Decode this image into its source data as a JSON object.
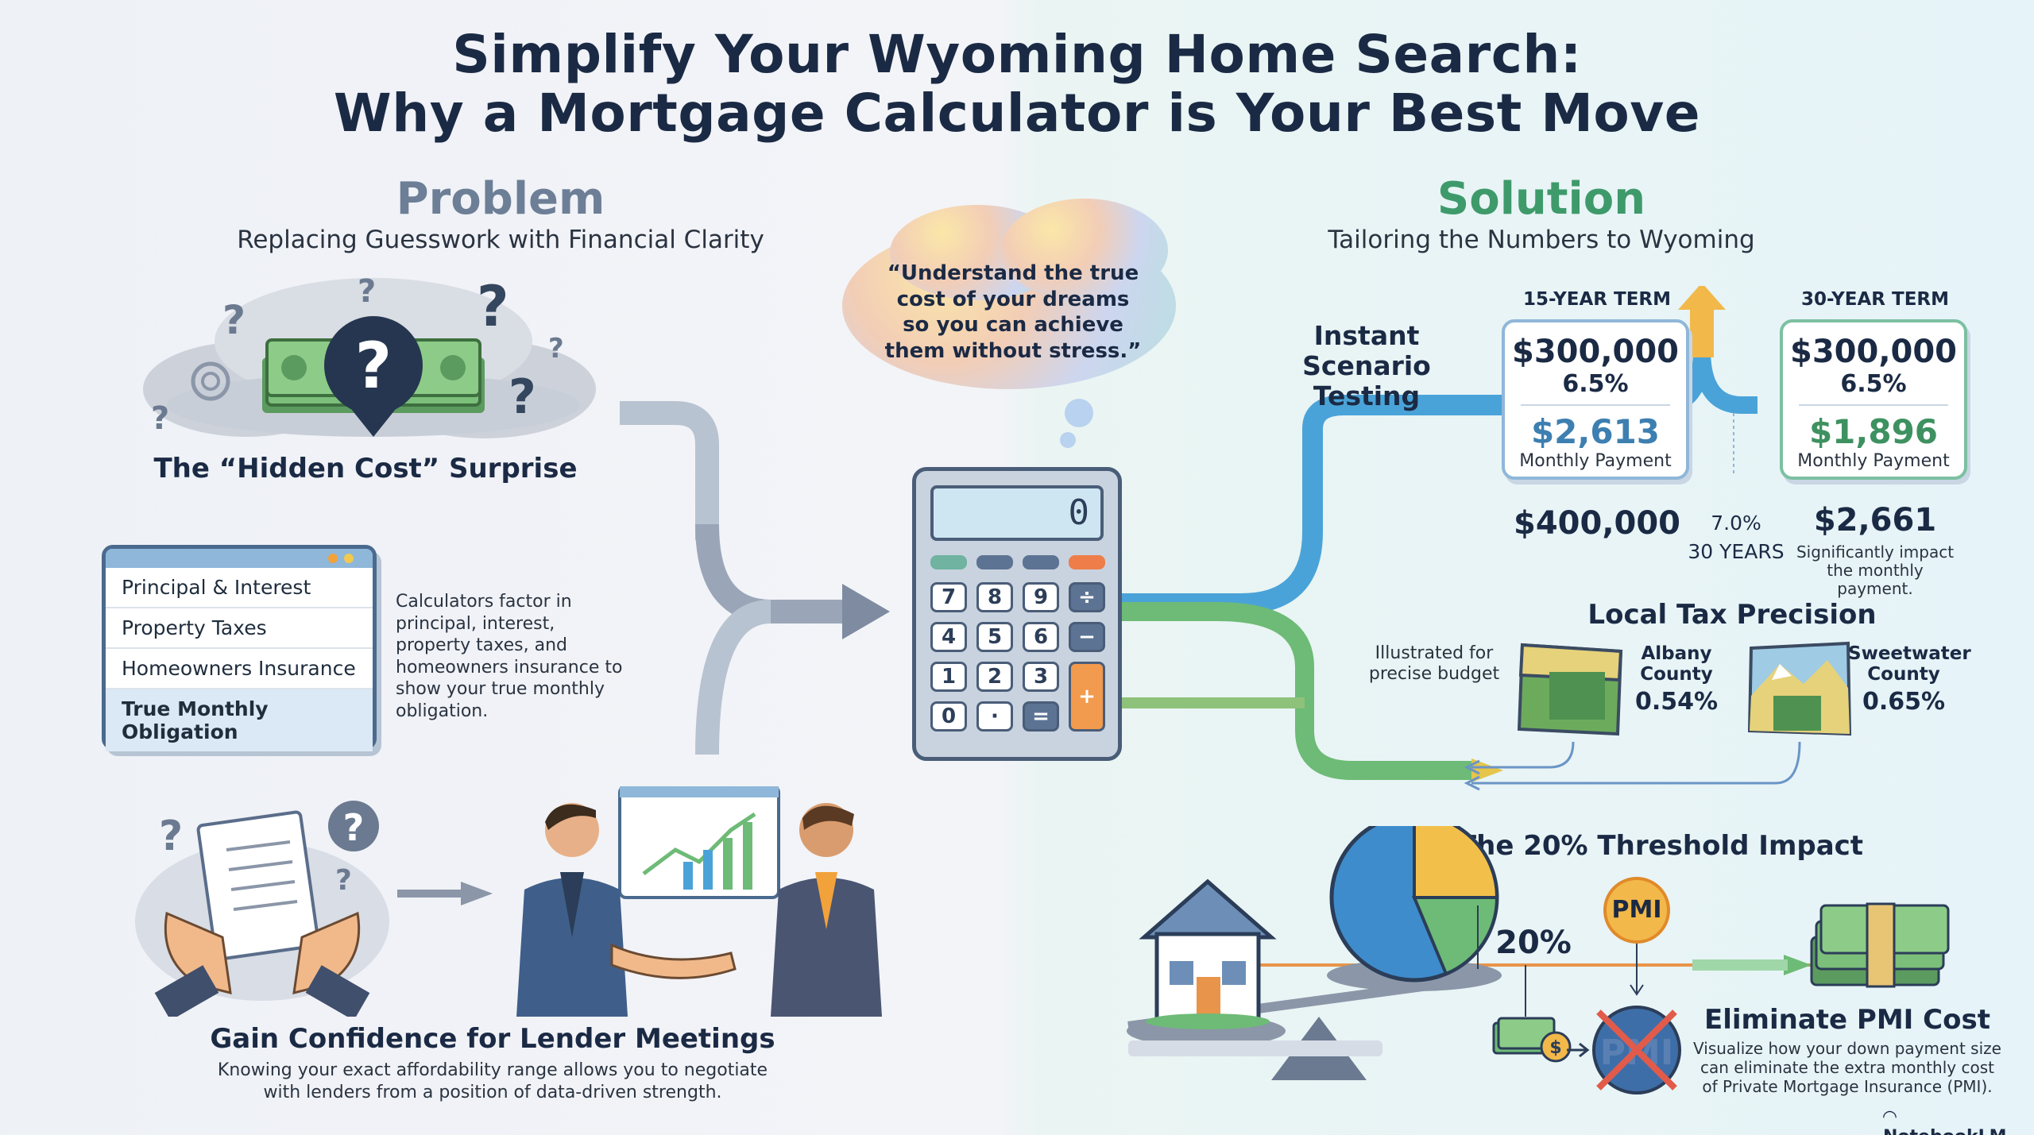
{
  "title": {
    "line1": "Simplify Your Wyoming Home Search:",
    "line2": "Why a Mortgage Calculator is Your Best Move"
  },
  "problem": {
    "heading": "Problem",
    "subheading": "Replacing Guesswork with Financial Clarity",
    "hidden_cost_label": "The “Hidden Cost” Surprise",
    "checklist": [
      "Principal & Interest",
      "Property Taxes",
      "Homeowners Insurance",
      "True Monthly Obligation"
    ],
    "calc_note": "Calculators factor in principal, interest, property taxes, and homeowners insurance to show your true monthly obligation.",
    "confidence_title": "Gain Confidence for Lender Meetings",
    "confidence_text": "Knowing your exact affordability range allows you to negotiate with lenders from a position of data-driven strength."
  },
  "quote": "“Understand the true cost of your dreams so you can achieve them without stress.”",
  "calculator": {
    "display": "0",
    "keys": [
      "7",
      "8",
      "9",
      "÷",
      "4",
      "5",
      "6",
      "−",
      "1",
      "2",
      "3",
      "+",
      "0",
      "·",
      "="
    ]
  },
  "solution": {
    "heading": "Solution",
    "subheading": "Tailoring the Numbers to Wyoming",
    "scenario_label": "Instant Scenario Testing",
    "term15": {
      "label": "15-YEAR TERM",
      "amount": "$300,000",
      "rate": "6.5%",
      "payment": "$2,613",
      "payment_label": "Monthly Payment"
    },
    "term30": {
      "label": "30-YEAR TERM",
      "amount": "$300,000",
      "rate": "6.5%",
      "payment": "$1,896",
      "payment_label": "Monthly Payment"
    },
    "alt": {
      "amount": "$400,000",
      "rate": "7.0%",
      "years": "30 YEARS",
      "payment": "$2,661",
      "note": "Significantly impact the monthly payment."
    },
    "tax_title": "Local Tax Precision",
    "tax_note": "Illustrated for precise budget",
    "counties": [
      {
        "name": "Albany County",
        "rate": "0.54%"
      },
      {
        "name": "Sweetwater County",
        "rate": "0.65%"
      }
    ],
    "threshold_title": "The 20% Threshold Impact",
    "threshold_pct": "20%",
    "pmi_badge": "PMI",
    "pmi_title": "Eliminate PMI Cost",
    "pmi_text": "Visualize how your down payment size can eliminate the extra monthly cost of Private Mortgage Insurance (PMI).",
    "brand": "NotebookLM"
  },
  "colors": {
    "problem_heading": "#6d7f96",
    "solution_heading": "#3e9a6a",
    "pipe_blue": "#4aa3d8",
    "pipe_green": "#6dbb76",
    "pmi_orange": "#f2a23a"
  }
}
